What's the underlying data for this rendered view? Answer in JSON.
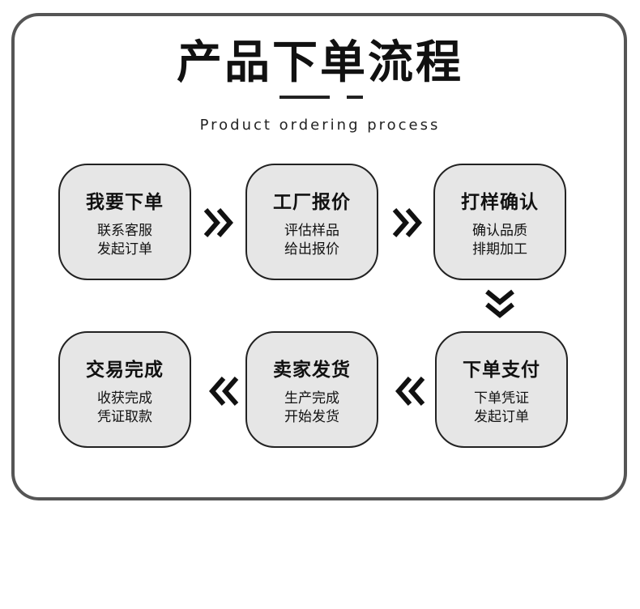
{
  "title": "产品下单流程",
  "subtitle": "Product ordering process",
  "steps": [
    {
      "title": "我要下单",
      "line1": "联系客服",
      "line2": "发起订单"
    },
    {
      "title": "工厂报价",
      "line1": "评估样品",
      "line2": "给出报价"
    },
    {
      "title": "打样确认",
      "line1": "确认品质",
      "line2": "排期加工"
    },
    {
      "title": "下单支付",
      "line1": "下单凭证",
      "line2": "发起订单"
    },
    {
      "title": "卖家发货",
      "line1": "生产完成",
      "line2": "开始发货"
    },
    {
      "title": "交易完成",
      "line1": "收获完成",
      "line2": "凭证取款"
    }
  ],
  "colors": {
    "border": "#555555",
    "box_fill": "#e6e6e6",
    "box_border": "#222222",
    "text": "#111111"
  }
}
